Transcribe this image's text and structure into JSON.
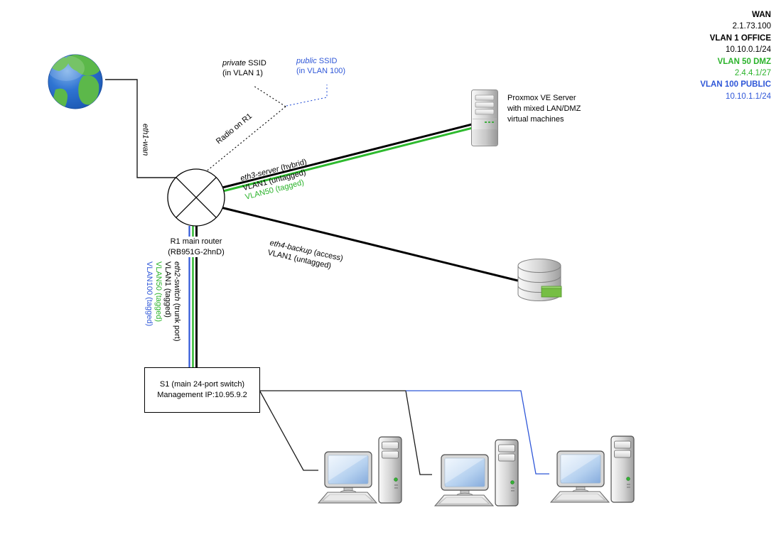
{
  "colors": {
    "green": "#2bb32b",
    "blue": "#2f57d8",
    "link_black": "#000000"
  },
  "legend": [
    {
      "text": "WAN"
    },
    {
      "text": "2.1.73.100"
    },
    {
      "text": "VLAN 1 OFFICE"
    },
    {
      "text": "10.10.0.1/24"
    },
    {
      "text": "VLAN 50 DMZ"
    },
    {
      "text": "2.4.4.1/27"
    },
    {
      "text": "VLAN 100 PUBLIC"
    },
    {
      "text": "10.10.1.1/24"
    }
  ],
  "wifi": {
    "radio_label": "Radio on R1",
    "private_ssid": {
      "em": "private",
      "rest": " SSID",
      "line2": "(in VLAN 1)"
    },
    "public_ssid": {
      "em": "public",
      "rest": " SSID",
      "line2": "(in VLAN 100)"
    }
  },
  "router": {
    "line1": "R1 main router",
    "line2": "(RB951G-2hnD)"
  },
  "links": {
    "eth1": {
      "name": "eth1-wan"
    },
    "eth2": {
      "em": "eth2-switch",
      "rest": " (trunk port)",
      "vlan1": "VLAN1 (tagged)",
      "vlan50": "VLAN50 (tagged)",
      "vlan100": "VLAN100 (tagged)"
    },
    "eth3": {
      "em": "eth3-server",
      "rest": " (hybrid)",
      "vlan1": "VLAN1 (untagged)",
      "vlan50": "VLAN50 (tagged)"
    },
    "eth4": {
      "em": "eth4-backup",
      "rest": " (access)",
      "vlan1": "VLAN1 (untagged)"
    }
  },
  "server": {
    "line1": "Proxmox VE Server",
    "line2": "with mixed LAN/DMZ",
    "line3": "virtual machines"
  },
  "switch": {
    "line1": "S1 (main 24-port switch)",
    "line2": "Management IP:10.95.9.2"
  }
}
